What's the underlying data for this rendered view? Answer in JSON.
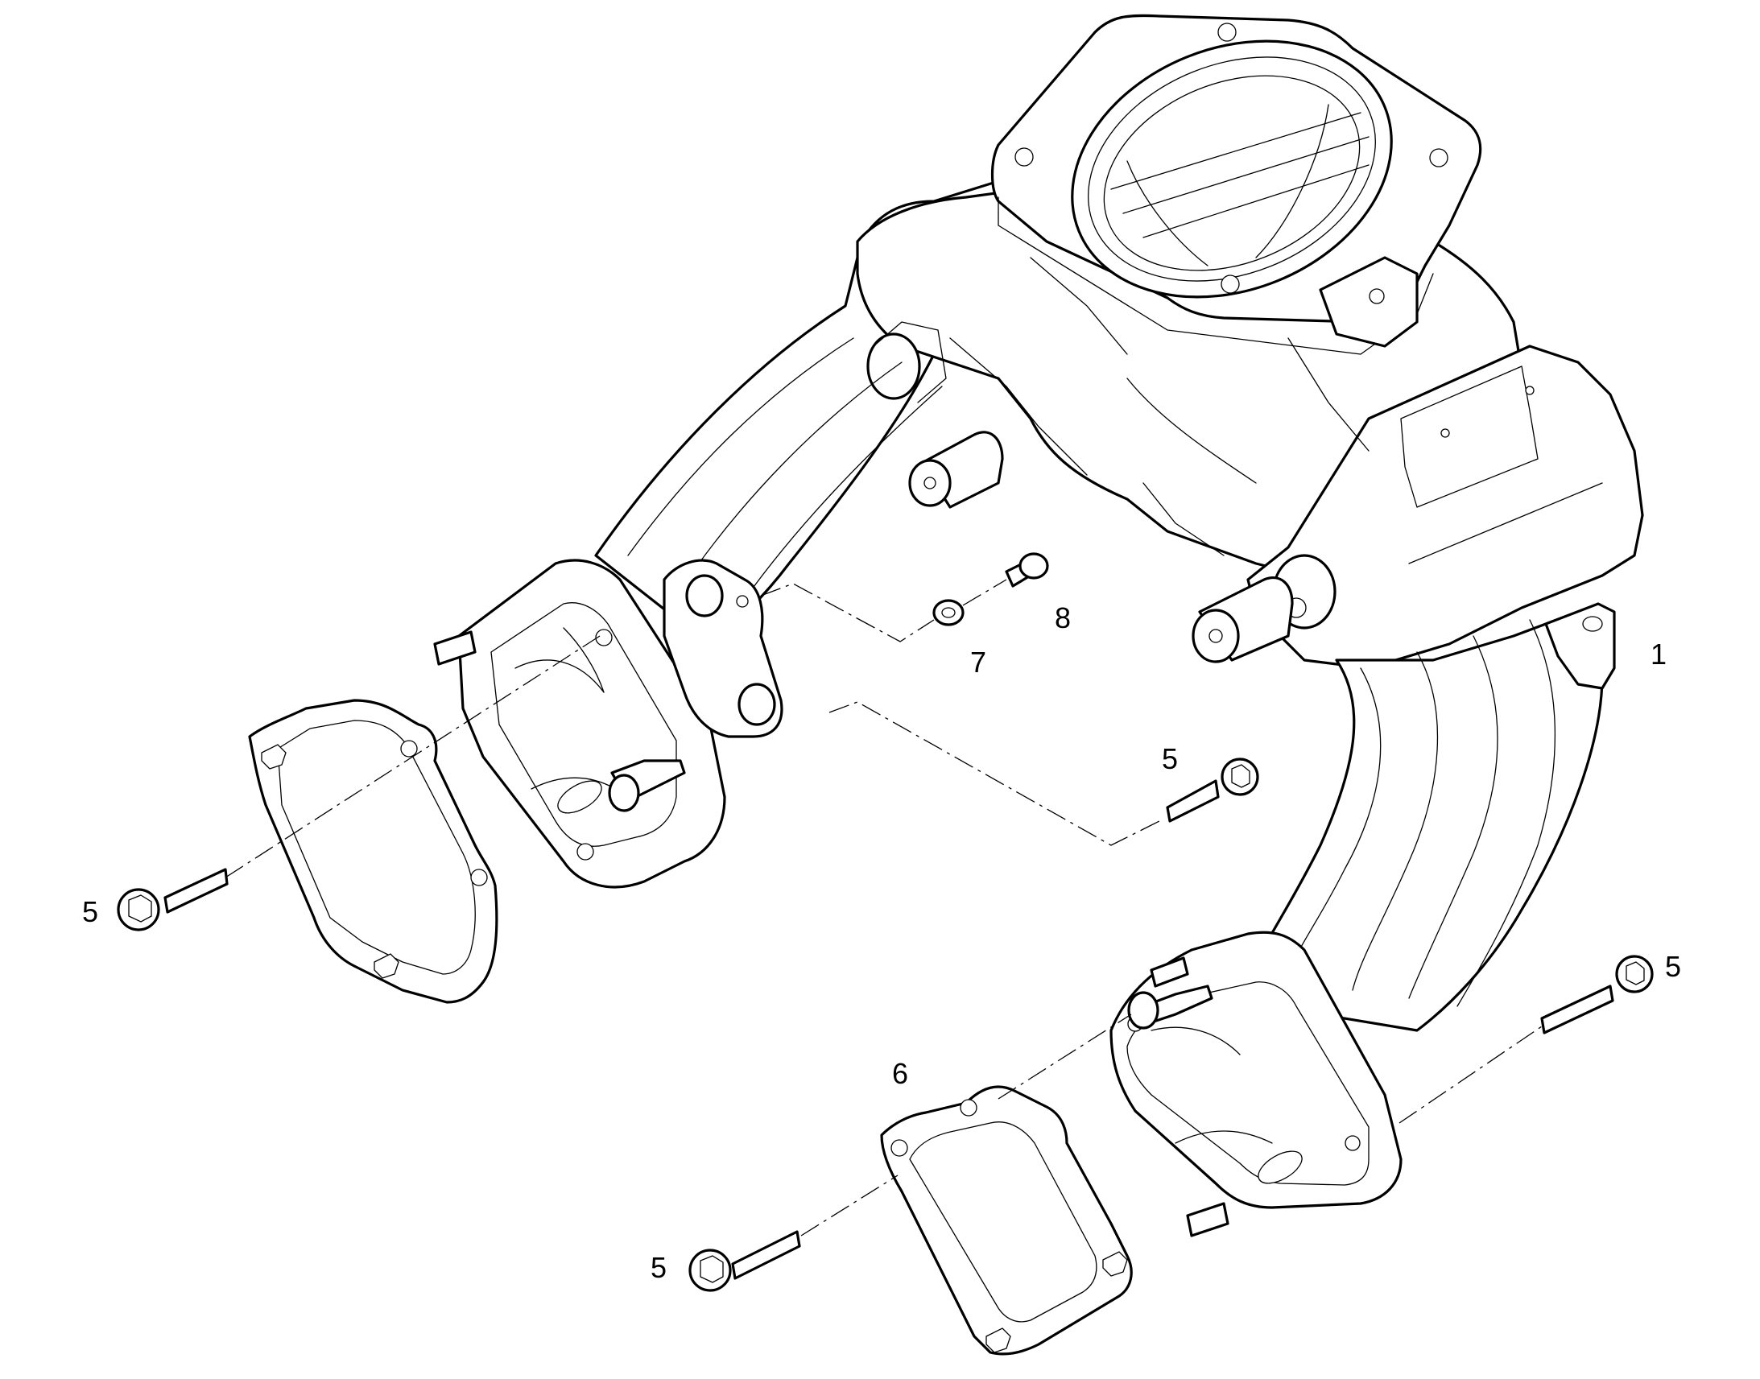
{
  "callouts": {
    "part_1": "1",
    "part_5_a": "5",
    "part_5_b": "5",
    "part_5_c": "5",
    "part_5_d": "5",
    "part_6": "6",
    "part_7": "7",
    "part_8": "8"
  },
  "colors": {
    "line": "#000000",
    "background": "#ffffff"
  }
}
